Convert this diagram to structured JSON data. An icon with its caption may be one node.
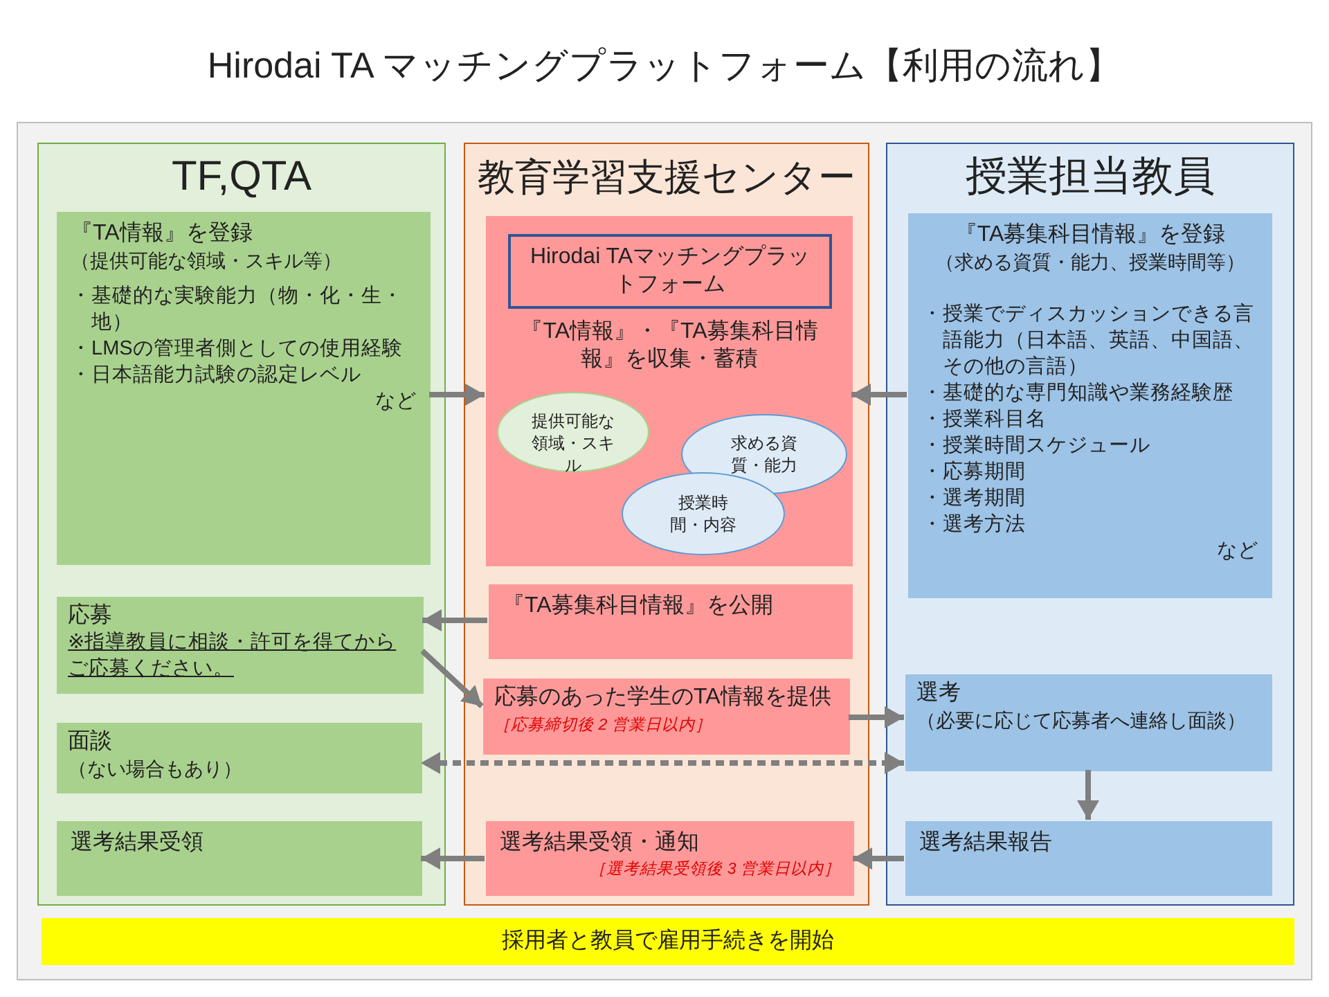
{
  "diagram": {
    "title": "Hirodai TA マッチングプラットフォーム【利用の流れ】",
    "nodes": [
      {
        "text": [
          "TF,QTA"
        ]
      },
      {
        "text": [
          "教育学習支援センター"
        ]
      },
      {
        "text": [
          "授業担当教員"
        ]
      },
      {
        "text": [
          "『TA情報』を登録",
          "（提供可能な領域・スキル等）",
          "・基礎的な実験能力（物・化・生・地）",
          "・LMSの管理者側としての使用経験",
          "・日本語能力試験の認定レベル",
          "など"
        ],
        "in": 0
      },
      {
        "text": [
          "『TA情報』・『TA募集科目情報』を収集・蓄積"
        ],
        "in": 1
      },
      {
        "text": [
          "Hirodai TAマッチングプラットフォーム"
        ],
        "in": 4
      },
      {
        "text": [
          "提供可能な領域・スキル"
        ],
        "in": 4
      },
      {
        "text": [
          "求める資質・能力"
        ],
        "in": 4
      },
      {
        "text": [
          "授業時間・内容"
        ],
        "in": 4
      },
      {
        "text": [
          "『TA募集科目情報』を登録",
          "（求める資質・能力、授業時間等）",
          "・授業でディスカッションできる言語能力（日本語、英語、中国語、その他の言語）",
          "・基礎的な専門知識や業務経験歴",
          "・授業科目名",
          "・授業時間スケジュール",
          "・応募期間",
          "・選考期間",
          "・選考方法",
          "など"
        ],
        "in": 2
      },
      {
        "text": [
          "応募",
          "※指導教員に相談・許可を得てからご応募ください。"
        ],
        "in": 0
      },
      {
        "text": [
          "『TA募集科目情報』を公開"
        ],
        "in": 1
      },
      {
        "text": [
          "面談",
          "（ない場合もあり）"
        ],
        "in": 0
      },
      {
        "text": [
          "応募のあった学生のTA情報を提供",
          "［応募締切後 2 営業日以内］"
        ],
        "in": 1
      },
      {
        "text": [
          "選考",
          "（必要に応じて応募者へ連絡し面談）"
        ],
        "in": 2
      },
      {
        "text": [
          "選考結果受領"
        ],
        "in": 0
      },
      {
        "text": [
          "選考結果受領・通知",
          "［選考結果受領後 3 営業日以内］"
        ],
        "in": 1
      },
      {
        "text": [
          "選考結果報告"
        ],
        "in": 2
      },
      {
        "text": [
          "採用者と教員で雇用手続きを開始"
        ]
      }
    ],
    "edges": [
      {
        "from": 3,
        "to": 4,
        "arrow": "to"
      },
      {
        "from": 9,
        "to": 4,
        "arrow": "to"
      },
      {
        "from": 11,
        "to": 10,
        "arrow": "to"
      },
      {
        "from": 10,
        "to": 13,
        "arrow": "to"
      },
      {
        "from": 13,
        "to": 14,
        "arrow": "to"
      },
      {
        "from": 14,
        "to": 12,
        "arrow": "both",
        "style": "dashed"
      },
      {
        "from": 14,
        "to": 17,
        "arrow": "to"
      },
      {
        "from": 17,
        "to": 16,
        "arrow": "to"
      },
      {
        "from": 16,
        "to": 15,
        "arrow": "to"
      }
    ]
  }
}
